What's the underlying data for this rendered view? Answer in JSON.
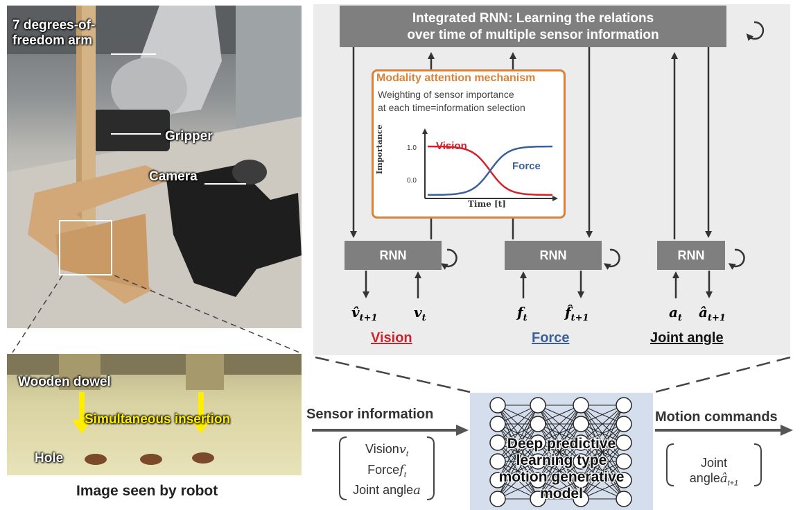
{
  "photo": {
    "arm_label": "7 degrees-of-\nfreedom arm",
    "gripper_label": "Gripper",
    "camera_label": "Camera",
    "dowel_label": "Wooden dowel",
    "insertion_label": "Simultaneous insertion",
    "hole_label": "Hole",
    "caption": "Image seen by robot"
  },
  "integrated": {
    "title_line1": "Integrated RNN: Learning the relations",
    "title_line2": "over time of multiple sensor information"
  },
  "attention": {
    "title": "Modality attention mechanism",
    "desc_line1": "Weighting of sensor importance",
    "desc_line2": "at each time=information selection",
    "chart_ylabel": "Importance",
    "chart_xlabel": "Time [t]",
    "tick_high": "1.0",
    "tick_low": "0.0",
    "vision_label": "Vision",
    "force_label": "Force",
    "vision_color": "#d0222b",
    "force_color": "#3b5f98"
  },
  "modules": {
    "rnn_label": "RNN",
    "vision": {
      "name": "Vision",
      "out": "v̂",
      "out_sub": "t+1",
      "in": "v",
      "in_sub": "t",
      "color": "#d0222b"
    },
    "force": {
      "name": "Force",
      "in": "f",
      "in_sub": "t",
      "out": "f̂",
      "out_sub": "t+1",
      "color": "#3b5f98"
    },
    "joint": {
      "name": "Joint angle",
      "in": "a",
      "in_sub": "t",
      "out": "â",
      "out_sub": "t+1",
      "color": "#111111"
    }
  },
  "bottom": {
    "sensor_label": "Sensor information",
    "sensor_vision": "Vision",
    "sensor_vision_var": "v",
    "sensor_vision_sub": "t",
    "sensor_force": "Force",
    "sensor_force_var": "f",
    "sensor_force_sub": "t",
    "sensor_joint": "Joint angle",
    "sensor_joint_var": "a",
    "model_line1": "Deep predictive",
    "model_line2": "learning type",
    "model_line3": "motion generative",
    "model_line4": "model",
    "motion_label": "Motion commands",
    "motion_joint_line1": "Joint",
    "motion_joint_line2": "angle",
    "motion_joint_var": "â",
    "motion_joint_sub": "t+1"
  }
}
